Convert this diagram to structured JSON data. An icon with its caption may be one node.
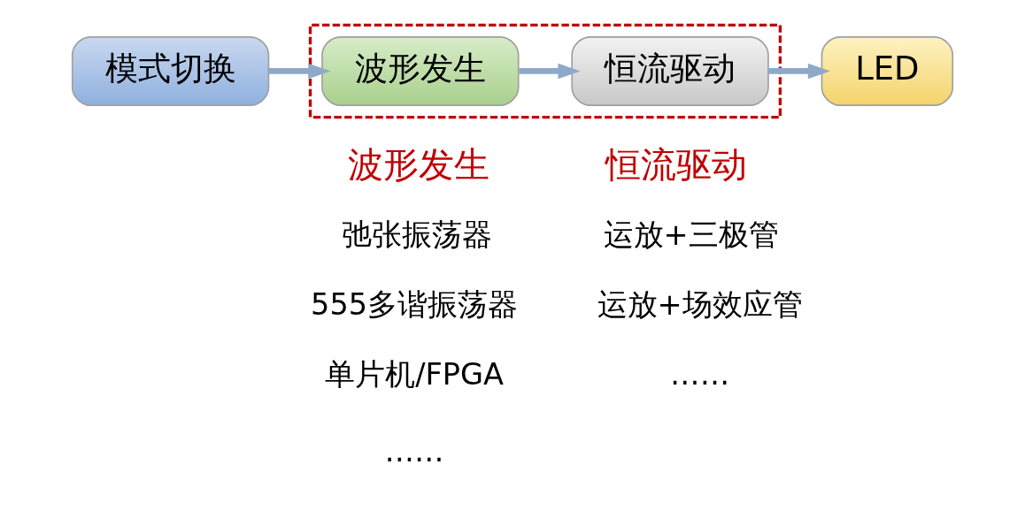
{
  "diagram": {
    "nodes": [
      {
        "text": [
          "模式切换"
        ]
      },
      {
        "text": [],
        "shape": "box"
      },
      {
        "text": [
          "波形发生"
        ],
        "in": 1
      },
      {
        "text": [
          "恒流驱动"
        ],
        "in": 1
      },
      {
        "text": [
          "LED"
        ]
      }
    ],
    "edges": [
      {
        "from": 0,
        "to": 2,
        "arrow": "to"
      },
      {
        "from": 2,
        "to": 3,
        "arrow": "to"
      },
      {
        "from": 3,
        "to": 4,
        "arrow": "to"
      }
    ],
    "labels": [
      "波形发生",
      "弛张振荡器",
      "555多谐振荡器",
      "单片机/FPGA",
      "……",
      "恒流驱动",
      "运放+三极管",
      "运放+场效应管",
      "……"
    ]
  }
}
